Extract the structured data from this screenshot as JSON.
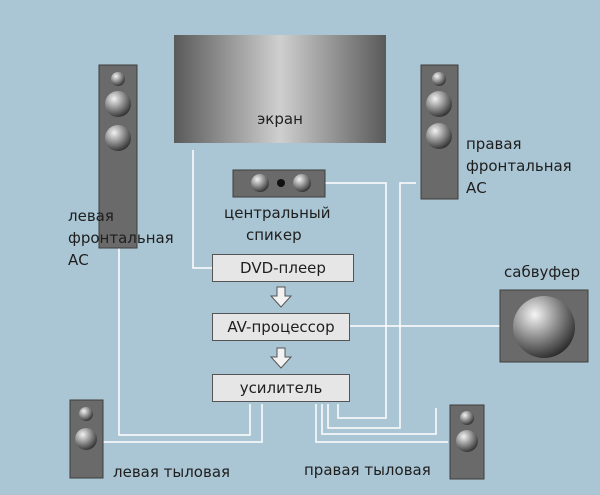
{
  "diagram": {
    "screen": {
      "label": "экран"
    },
    "center_speaker": {
      "label_line1": "центральный",
      "label_line2": "спикер"
    },
    "left_front": {
      "label_line1": "левая",
      "label_line2": "фронтальная",
      "label_line3": "АС"
    },
    "right_front": {
      "label_line1": "правая",
      "label_line2": "фронтальная",
      "label_line3": "АС"
    },
    "subwoofer": {
      "label": "сабвуфер"
    },
    "dvd_player": {
      "label": "DVD-плеер"
    },
    "av_processor": {
      "label": "AV-процессор"
    },
    "amplifier": {
      "label": "усилитель"
    },
    "left_rear": {
      "label": "левая тыловая"
    },
    "right_rear": {
      "label": "правая тыловая"
    }
  },
  "colors": {
    "background": "#aac5d3",
    "wire": "#ffffff",
    "speaker_body": "#6a6a6a",
    "box_fill": "#e6e6e6"
  },
  "icons": [
    "arrow-down-icon",
    "speaker-driver-icon"
  ]
}
